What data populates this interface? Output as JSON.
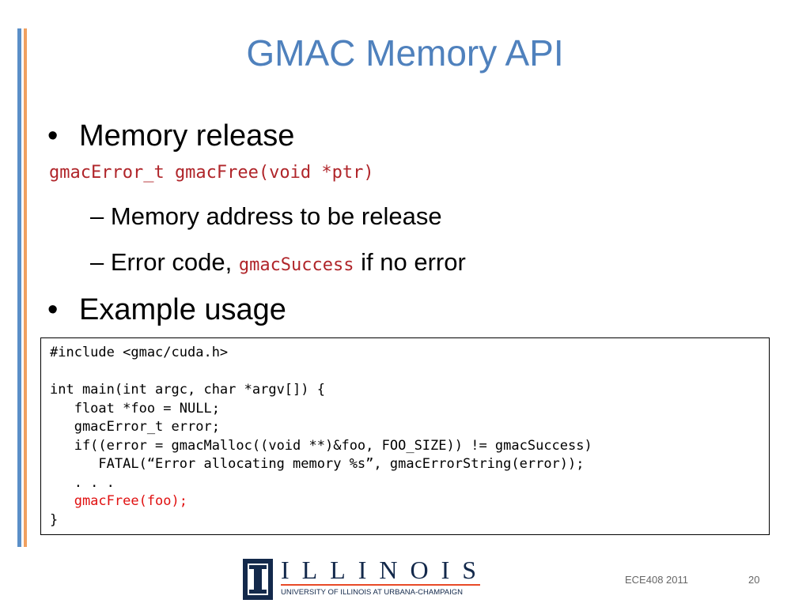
{
  "slide": {
    "title": "GMAC Memory API",
    "bullets": [
      {
        "text": "Memory release"
      },
      {
        "text": "Example usage"
      }
    ],
    "bullet_symbol": "•",
    "signature": "gmacError_t gmacFree(void *ptr)",
    "sub_items": [
      {
        "dash": "–",
        "text": "Memory address to be release"
      },
      {
        "dash": "–",
        "prefix": "Error code, ",
        "code": "gmacSuccess",
        "suffix": " if no error"
      }
    ],
    "code_lines": [
      "#include <gmac/cuda.h>",
      "",
      "int main(int argc, char *argv[]) {",
      "   float *foo = NULL;",
      "   gmacError_t error;",
      "   if((error = gmacMalloc((void **)&foo, FOO_SIZE)) != gmacSuccess)",
      "      FATAL(“Error allocating memory %s”, gmacErrorString(error));",
      "   . . .",
      "   gmacFree(foo);",
      "}"
    ],
    "footer": {
      "course": "ECE408 2011",
      "page_number": "20"
    },
    "logo": {
      "wordmark": "ILLINOIS",
      "subtitle": "UNIVERSITY OF ILLINOIS AT URBANA-CHAMPAIGN"
    },
    "colors": {
      "title": "#4f81bd",
      "code_red": "#b0252a",
      "highlight_red": "#e01010",
      "accent_blue": "#5a8fc8",
      "accent_orange": "#f0a060",
      "illinois_blue": "#13294b",
      "illinois_orange": "#e84a27"
    }
  }
}
